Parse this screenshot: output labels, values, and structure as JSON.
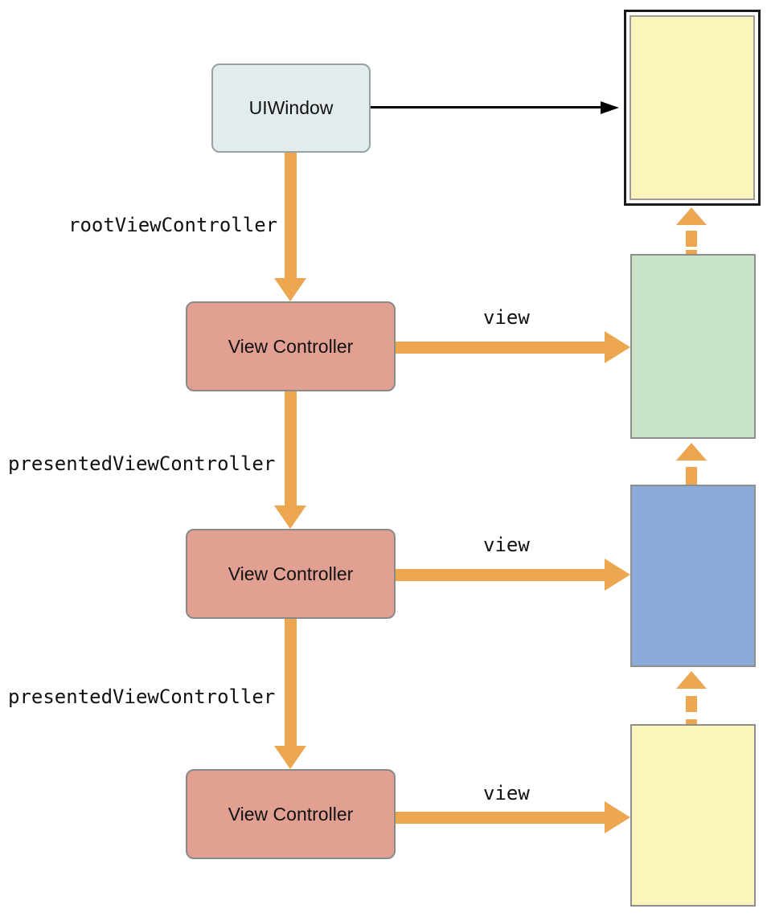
{
  "diagram": {
    "nodes": {
      "uiwindow": {
        "label": "UIWindow"
      },
      "view_controller_1": {
        "label": "View Controller"
      },
      "view_controller_2": {
        "label": "View Controller"
      },
      "view_controller_3": {
        "label": "View Controller"
      }
    },
    "edges": {
      "root_view_controller": {
        "label": "rootViewController"
      },
      "presented_view_controller_1": {
        "label": "presentedViewController"
      },
      "presented_view_controller_2": {
        "label": "presentedViewController"
      },
      "view_1": {
        "label": "view"
      },
      "view_2": {
        "label": "view"
      },
      "view_3": {
        "label": "view"
      }
    },
    "colors": {
      "orange": "#eba64f",
      "salmon": "#e2a092",
      "window_fill": "#e3ecec",
      "green": "#c8e3c6",
      "blue": "#8babd8",
      "yellow": "#fcf6bc",
      "border_gray": "#8e8e8e",
      "frame_black": "#1a1a1a"
    }
  }
}
